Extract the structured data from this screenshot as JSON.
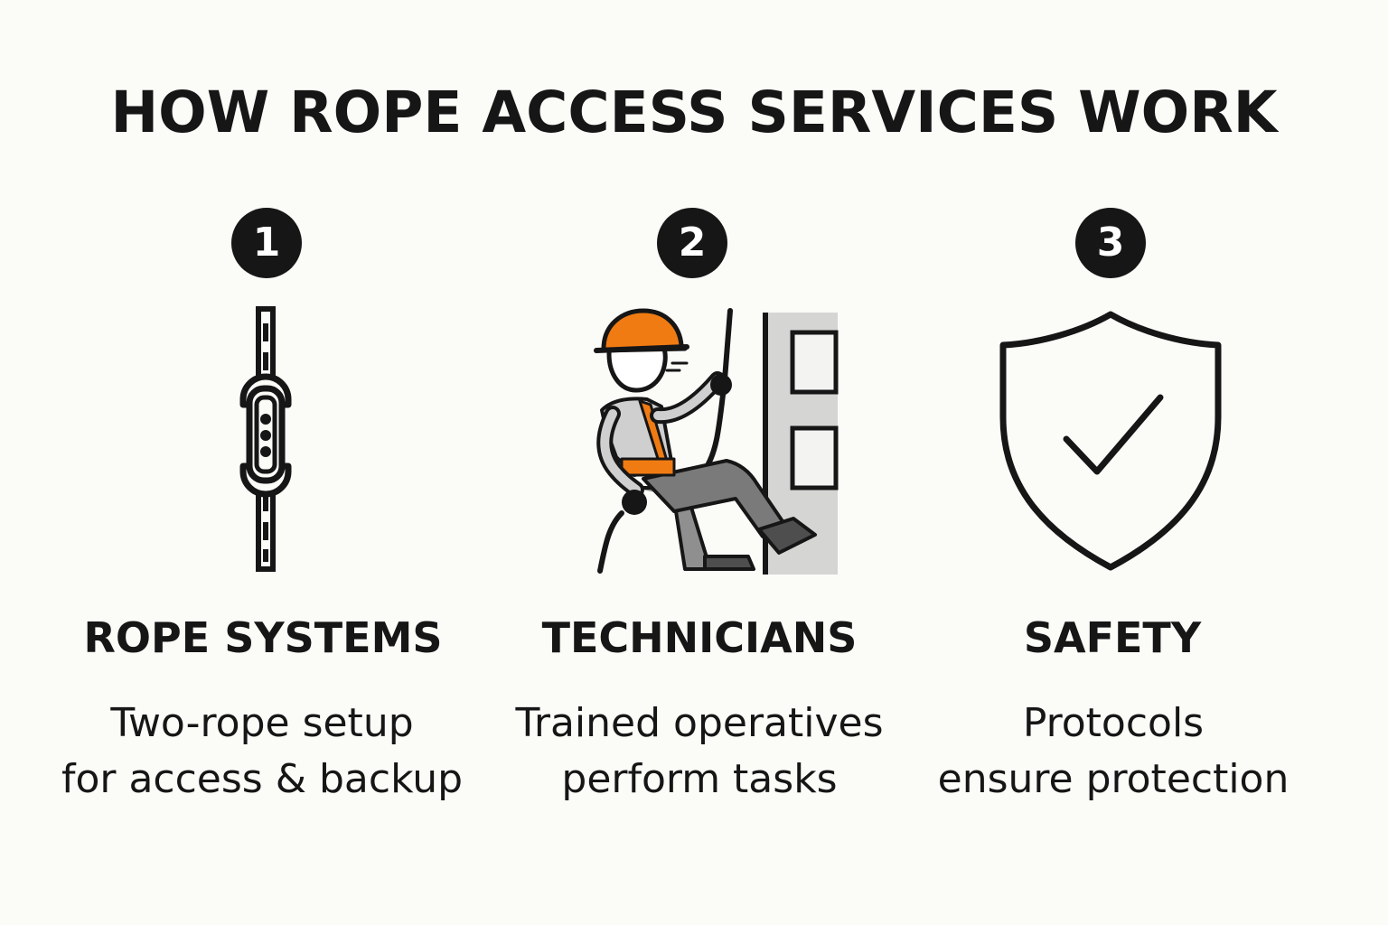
{
  "title": "HOW ROPE ACCESS SERVICES WORK",
  "accent_color": "#f07b12",
  "ink_color": "#161616",
  "steps": [
    {
      "number": "1",
      "icon": "rope-system-icon",
      "heading": "ROPE SYSTEMS",
      "description_lines": [
        "Two-rope setup",
        "for access & backup"
      ]
    },
    {
      "number": "2",
      "icon": "rope-technician-icon",
      "heading": "TECHNICIANS",
      "description_lines": [
        "Trained operatives",
        "perform tasks"
      ]
    },
    {
      "number": "3",
      "icon": "shield-check-icon",
      "heading": "SAFETY",
      "description_lines": [
        "Protocols",
        "ensure protection"
      ]
    }
  ]
}
